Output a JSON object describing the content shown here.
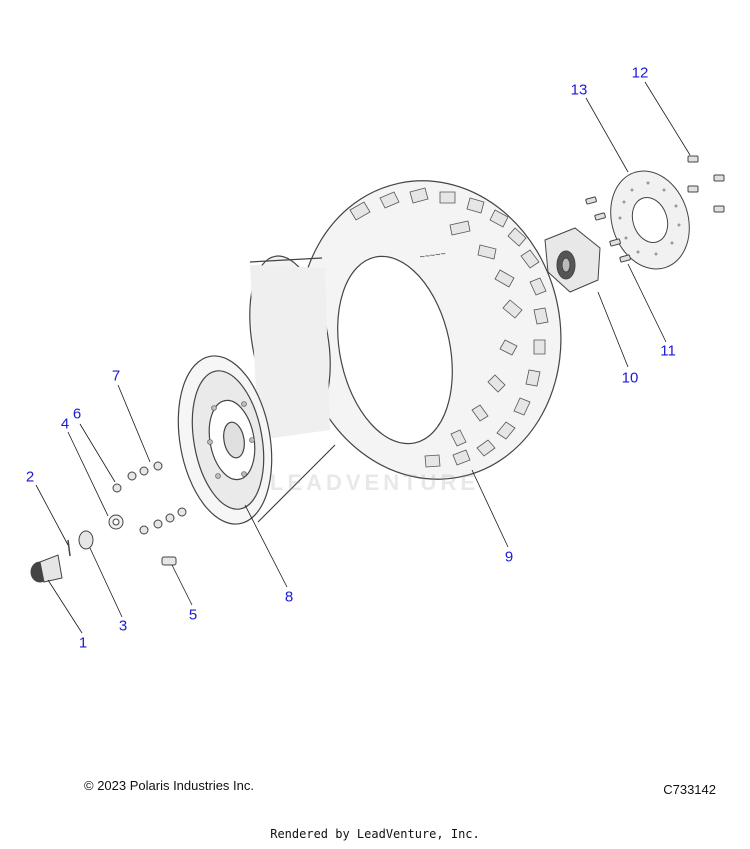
{
  "diagram": {
    "callouts": [
      {
        "id": "1",
        "label": "1"
      },
      {
        "id": "2",
        "label": "2"
      },
      {
        "id": "3",
        "label": "3"
      },
      {
        "id": "4",
        "label": "4"
      },
      {
        "id": "5",
        "label": "5"
      },
      {
        "id": "6",
        "label": "6"
      },
      {
        "id": "7",
        "label": "7"
      },
      {
        "id": "8",
        "label": "8"
      },
      {
        "id": "9",
        "label": "9"
      },
      {
        "id": "10",
        "label": "10"
      },
      {
        "id": "11",
        "label": "11"
      },
      {
        "id": "12",
        "label": "12"
      },
      {
        "id": "13",
        "label": "13"
      }
    ],
    "watermark": "LEADVENTURE"
  },
  "footer": {
    "copyright": "© 2023 Polaris Industries Inc.",
    "drawing_number": "C733142",
    "rendered_by": "Rendered by LeadVenture, Inc."
  },
  "colors": {
    "callout": "#1a1ad6",
    "line": "#444444",
    "leader": "#1a1a1a"
  }
}
